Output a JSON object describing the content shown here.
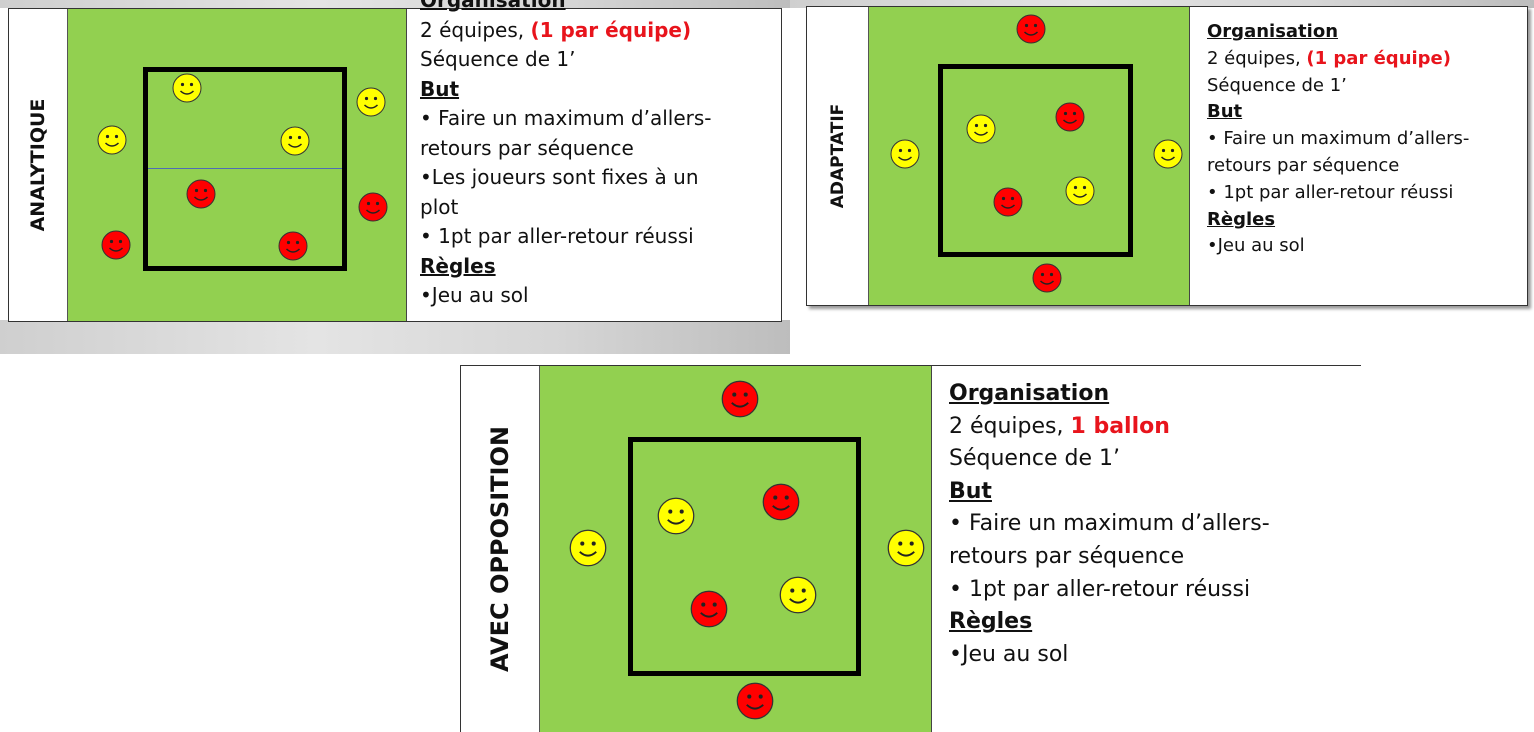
{
  "panels": [
    {
      "label": "ANALYTIQUE",
      "org_heading": "Organisation",
      "teams": "2 équipes, ",
      "teams_highlight": "(1 par équipe)",
      "sequence": "Séquence de 1’",
      "goal_heading": "But",
      "goal_lines": [
        "• Faire un maximum d’allers-",
        "retours  par séquence",
        "•Les joueurs sont fixes à un",
        "plot",
        "• 1pt par aller-retour réussi"
      ],
      "rules_heading": "Règles",
      "rules_lines": [
        "•Jeu au sol"
      ]
    },
    {
      "label": "ADAPTATIF",
      "org_heading": "Organisation",
      "teams": "2 équipes, ",
      "teams_highlight": "(1 par équipe)",
      "sequence": "Séquence de 1’",
      "goal_heading": "But",
      "goal_lines": [
        "• Faire un maximum d’allers-",
        "retours  par séquence",
        "• 1pt par aller-retour réussi"
      ],
      "rules_heading": "Règles",
      "rules_lines": [
        "•Jeu au sol"
      ]
    },
    {
      "label": "AVEC OPPOSITION",
      "org_heading": "Organisation",
      "teams": "2 équipes, ",
      "teams_highlight": "1 ballon",
      "sequence": "Séquence de 1’",
      "goal_heading": "But",
      "goal_lines": [
        "• Faire un maximum d’allers-",
        "retours  par séquence",
        "• 1pt par aller-retour réussi"
      ],
      "rules_heading": "Règles",
      "rules_lines": [
        "•Jeu au sol"
      ]
    }
  ],
  "colors": {
    "field": "#92d050",
    "player_yellow": "#ffff00",
    "player_red": "#ff0000",
    "highlight_text": "#e8141c",
    "court_line": "#000000"
  },
  "icons": {
    "player": "smiley-face-icon"
  }
}
